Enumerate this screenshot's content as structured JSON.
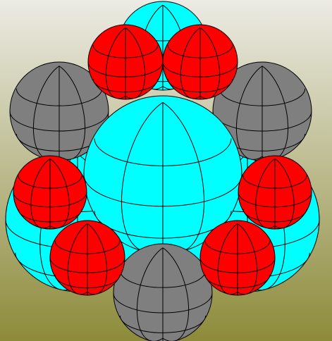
{
  "scene": {
    "background": {
      "top": "#ecebe4",
      "bottom": "#8d8b3a"
    },
    "outline_color": "#000000",
    "sphere_colors": {
      "cyan": "#00ffff",
      "red": "#ff0000",
      "gray": "#7f7f7f"
    },
    "sphere_count": {
      "cyan": 4,
      "red": 6,
      "gray": 3
    }
  }
}
